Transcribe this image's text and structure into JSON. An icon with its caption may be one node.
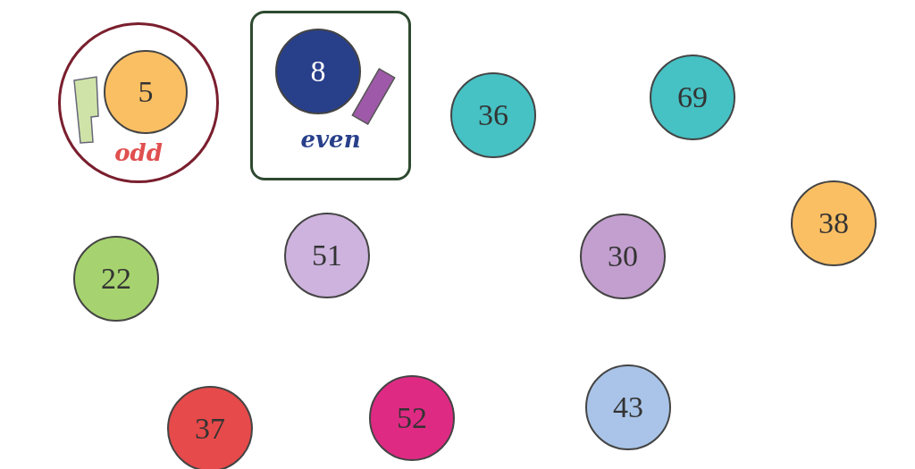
{
  "diagram": {
    "nodes": [
      {
        "text": [
          "odd"
        ]
      },
      {
        "text": [
          "5"
        ],
        "in": 0
      },
      {
        "text": [
          "even"
        ]
      },
      {
        "text": [
          "8"
        ],
        "in": 2
      },
      {
        "text": [
          "36"
        ]
      },
      {
        "text": [
          "69"
        ]
      },
      {
        "text": [
          "22"
        ]
      },
      {
        "text": [
          "51"
        ]
      },
      {
        "text": [
          "30"
        ]
      },
      {
        "text": [
          "38"
        ]
      },
      {
        "text": [
          "37"
        ]
      },
      {
        "text": [
          "52"
        ]
      },
      {
        "text": [
          "43"
        ]
      }
    ]
  }
}
